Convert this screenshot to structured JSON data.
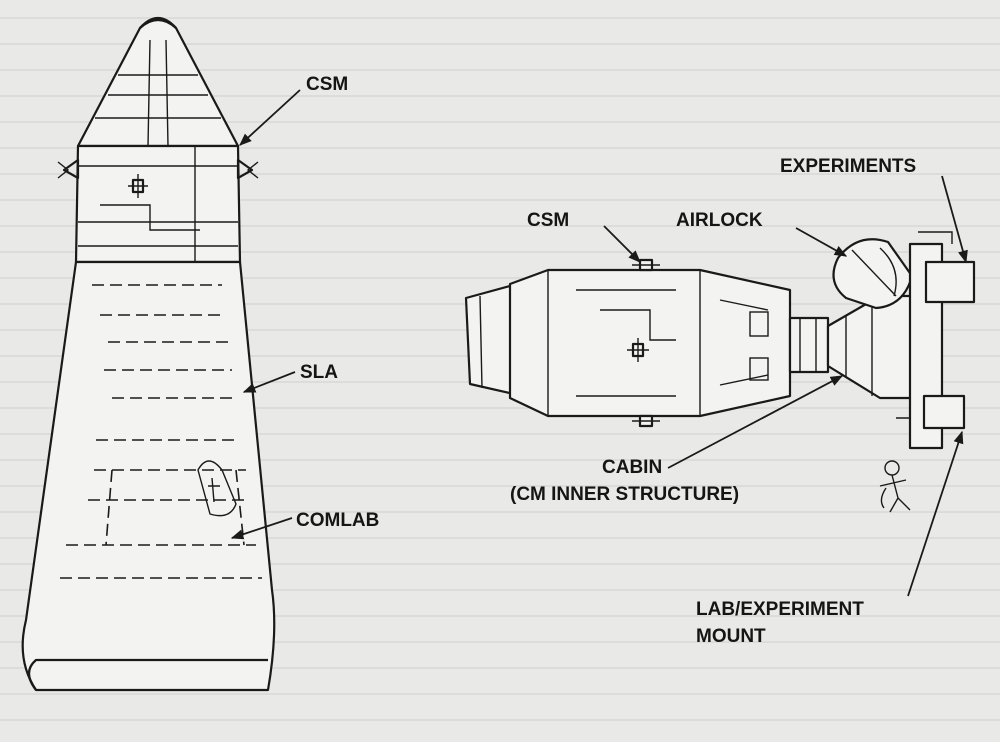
{
  "labels": {
    "csm_top": "CSM",
    "sla": "SLA",
    "comlab": "COMLAB",
    "csm_mid": "CSM",
    "airlock": "AIRLOCK",
    "experiments": "EXPERIMENTS",
    "cabin_line1": "CABIN",
    "cabin_line2": "(CM INNER STRUCTURE)",
    "lab_mount_line1": "LAB/EXPERIMENT",
    "lab_mount_line2": "MOUNT"
  },
  "colors": {
    "ink": "#1a1a1a",
    "paper": "#e9e9e7",
    "bleed_through_text": "#cfcfcc"
  }
}
